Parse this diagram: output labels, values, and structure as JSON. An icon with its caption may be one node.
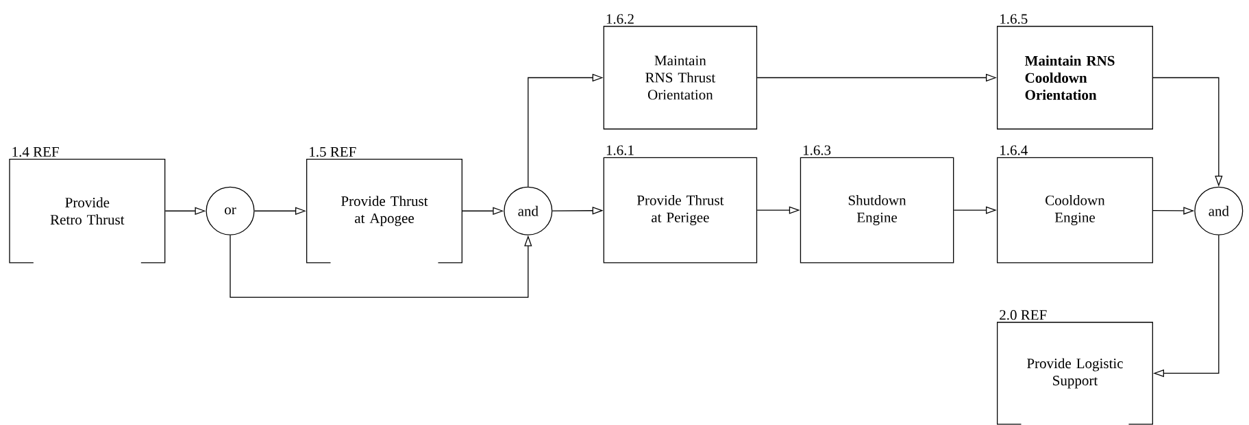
{
  "diagram": {
    "nodes": [
      {
        "text": [
          "1.4 REF",
          "Provide Retro Thrust"
        ]
      },
      {
        "text": [
          "or"
        ]
      },
      {
        "text": [
          "1.5 REF",
          "Provide Thrust at Apogee"
        ]
      },
      {
        "text": [
          "and"
        ]
      },
      {
        "text": [
          "1.6.2",
          "Maintain RNS Thrust Orientation"
        ]
      },
      {
        "text": [
          "1.6.1",
          "Provide Thrust at Perigee"
        ]
      },
      {
        "text": [
          "1.6.3",
          "Shutdown Engine"
        ]
      },
      {
        "text": [
          "1.6.5",
          "Maintain RNS Cooldown Orientation"
        ]
      },
      {
        "text": [
          "1.6.4",
          "Cooldown Engine"
        ]
      },
      {
        "text": [
          "and"
        ]
      },
      {
        "text": [
          "2.0 REF",
          "Provide Logistic Support"
        ]
      }
    ],
    "edges": [
      {
        "from": 0,
        "to": 1,
        "arrow": "to"
      },
      {
        "from": 1,
        "to": 2,
        "arrow": "to"
      },
      {
        "from": 2,
        "to": 3,
        "arrow": "to"
      },
      {
        "from": 1,
        "to": 3,
        "arrow": "to"
      },
      {
        "from": 3,
        "to": 4,
        "arrow": "to"
      },
      {
        "from": 3,
        "to": 5,
        "arrow": "to"
      },
      {
        "from": 4,
        "to": 7,
        "arrow": "to"
      },
      {
        "from": 5,
        "to": 6,
        "arrow": "to"
      },
      {
        "from": 6,
        "to": 8,
        "arrow": "to"
      },
      {
        "from": 8,
        "to": 9,
        "arrow": "to"
      },
      {
        "from": 7,
        "to": 9,
        "arrow": "to"
      },
      {
        "from": 9,
        "to": 10,
        "arrow": "to"
      }
    ]
  }
}
